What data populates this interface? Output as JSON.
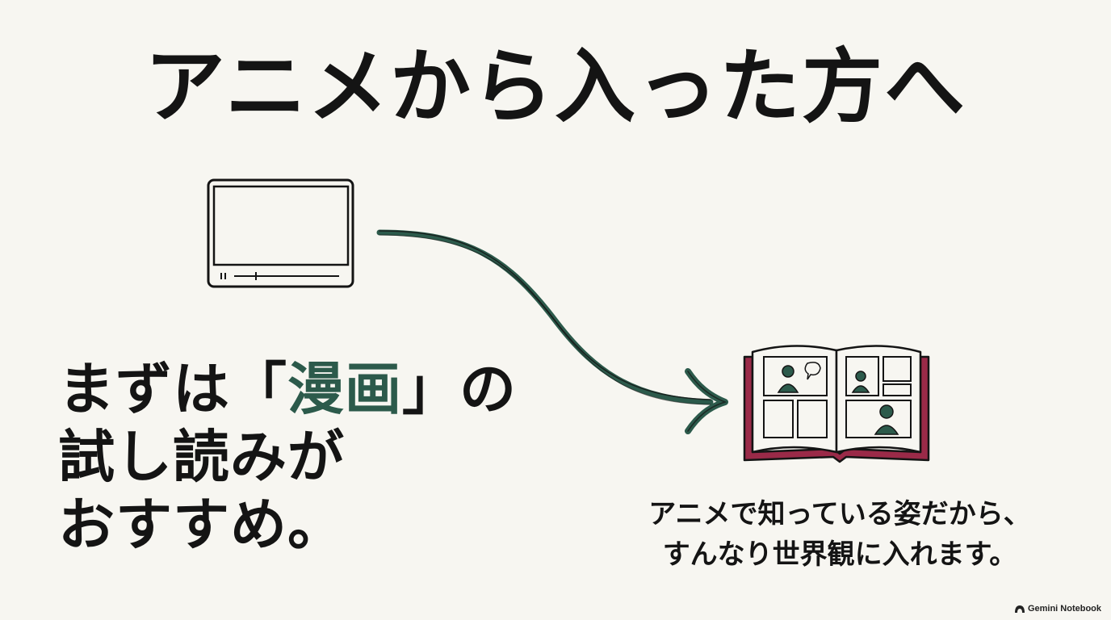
{
  "title": "アニメから入った方へ",
  "lead": {
    "line1_before": "まずは",
    "line1_open": "「",
    "line1_accent": "漫画",
    "line1_close": "」",
    "line1_after": "の",
    "line2": "試し読みが",
    "line3": "おすすめ。"
  },
  "caption": {
    "line1": "アニメで知っている姿だから、",
    "line2": "すんなり世界観に入れます。"
  },
  "brand": {
    "label": "Gemini Notebook"
  },
  "icons": {
    "tv": "tv-player-icon",
    "arrow": "curved-arrow",
    "book": "open-manga-book-icon"
  },
  "colors": {
    "accent": "#2c5a4b",
    "book_cover": "#9a2a48",
    "background": "#f7f6f1",
    "ink": "#141414"
  }
}
